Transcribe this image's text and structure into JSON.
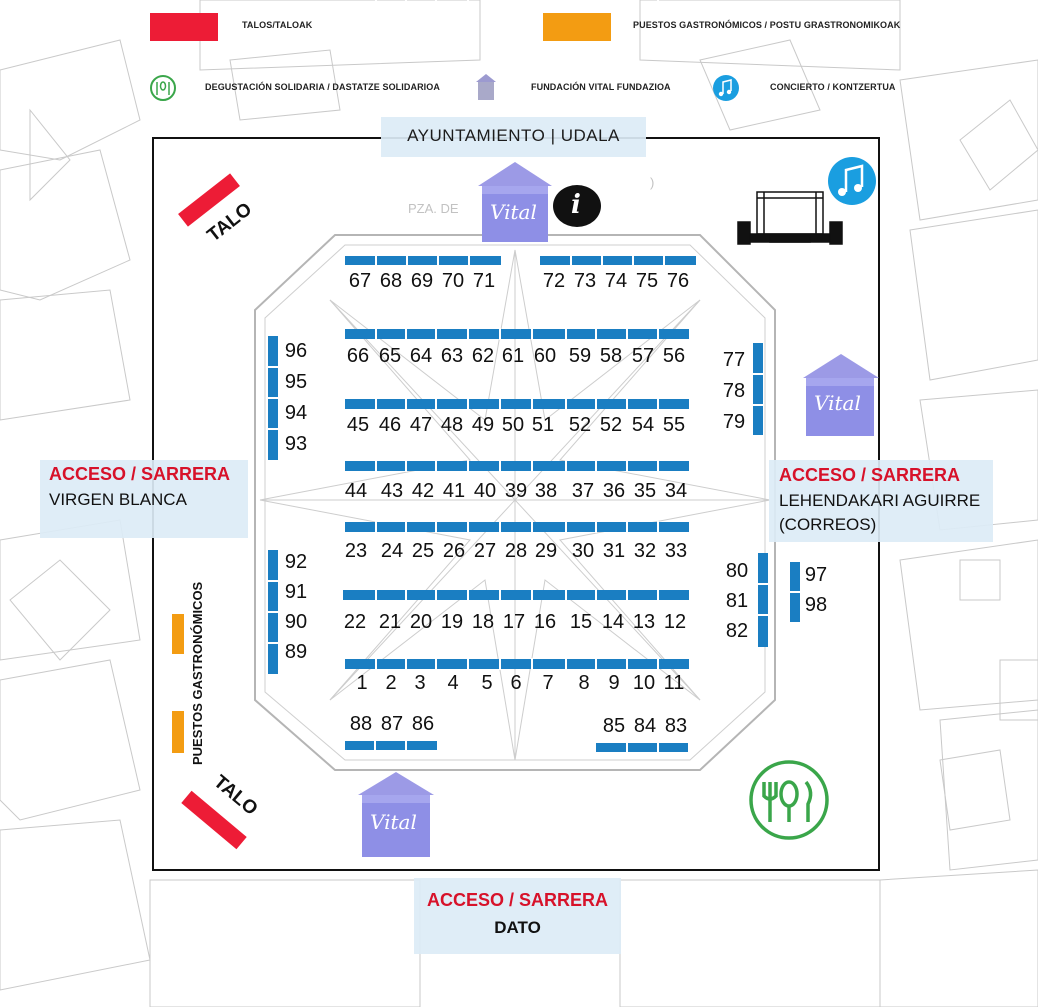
{
  "legend": {
    "talos": "TALOS/TALOAK",
    "puestos": "PUESTOS GASTRONÓMICOS / POSTU GRASTRONOMIKOAK",
    "degustacion": "DEGUSTACIÓN SOLIDARIA / DASTATZE SOLIDARIOA",
    "fundacion": "FUNDACIÓN VITAL FUNDAZIOA",
    "concierto": "CONCIERTO / KONTZERTUA"
  },
  "colors": {
    "talo": "#ed1c36",
    "puesto": "#f39c12",
    "stall": "#1a7ec2",
    "degustacion": "#3aa64a",
    "vital": "#8e8fe6",
    "concierto": "#1a9ee0",
    "access": "#d7122a"
  },
  "venue": {
    "title": "AYUNTAMIENTO | UDALA"
  },
  "access": {
    "west": {
      "line1": "ACCESO / SARRERA",
      "line2": "VIRGEN BLANCA"
    },
    "east": {
      "line1": "ACCESO / SARRERA",
      "line2": "LEHENDAKARI AGUIRRE",
      "line3": "(CORREOS)"
    },
    "south": {
      "line1": "ACCESO / SARRERA",
      "line2": "DATO"
    }
  },
  "talo_label": "TALO",
  "puestos_label": "PUESTOS GASTRONÓMICOS",
  "vital_label": "Vital",
  "info_label": "i",
  "stalls": {
    "row_67": [
      "67",
      "68",
      "69",
      "70",
      "71"
    ],
    "row_72": [
      "72",
      "73",
      "74",
      "75",
      "76"
    ],
    "row_66": [
      "66",
      "65",
      "64",
      "63",
      "62",
      "61",
      "60",
      "59",
      "58",
      "57",
      "56"
    ],
    "row_45": [
      "45",
      "46",
      "47",
      "48",
      "49",
      "50",
      "51",
      "52",
      "52",
      "54",
      "55"
    ],
    "row_44": [
      "44",
      "43",
      "42",
      "41",
      "40",
      "39",
      "38",
      "37",
      "36",
      "35",
      "34"
    ],
    "row_23": [
      "23",
      "24",
      "25",
      "26",
      "27",
      "28",
      "29",
      "30",
      "31",
      "32",
      "33"
    ],
    "row_22": [
      "22",
      "21",
      "20",
      "19",
      "18",
      "17",
      "16",
      "15",
      "14",
      "13",
      "12"
    ],
    "row_1": [
      "1",
      "2",
      "3",
      "4",
      "5",
      "6",
      "7",
      "8",
      "9",
      "10",
      "11"
    ],
    "row_88": [
      "88",
      "87",
      "86"
    ],
    "row_85": [
      "85",
      "84",
      "83"
    ],
    "col_96": [
      "96",
      "95",
      "94",
      "93"
    ],
    "col_92": [
      "92",
      "91",
      "90",
      "89"
    ],
    "col_77": [
      "77",
      "78",
      "79"
    ],
    "col_80": [
      "80",
      "81",
      "82"
    ],
    "col_97": [
      "97",
      "98"
    ]
  }
}
